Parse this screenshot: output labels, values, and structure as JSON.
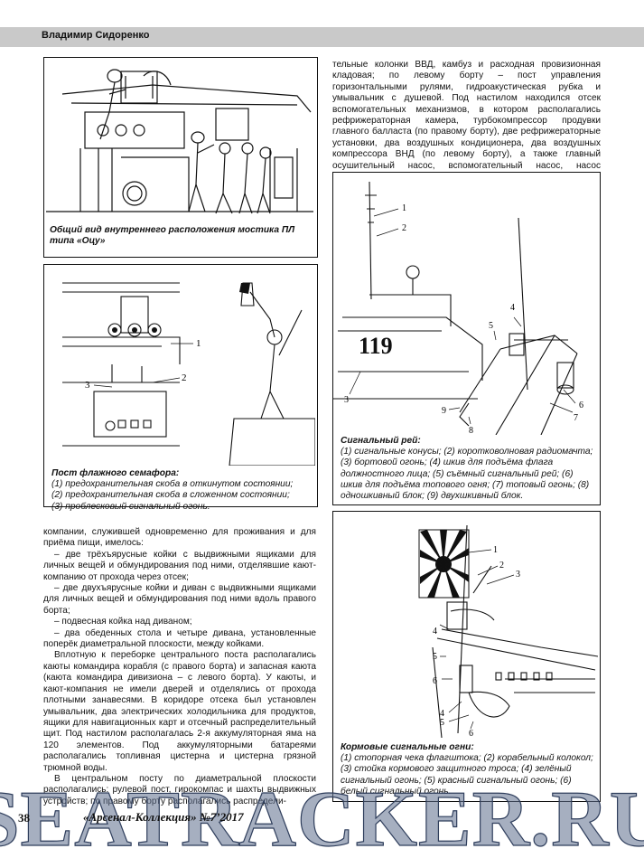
{
  "header": {
    "author": "Владимир Сидоренко"
  },
  "figures": {
    "bridge": {
      "title": "Общий вид внутреннего расположения мостика ПЛ типа «Оцу»"
    },
    "semaphore": {
      "title": "Пост флажного семафора:",
      "items": [
        "(1) предохранительная скоба в откинутом состоянии;",
        "(2) предохранительная скоба в сложенном состоянии;",
        "(3) проблесковый сигнальный огонь."
      ],
      "labels": [
        "1",
        "2",
        "3"
      ]
    },
    "signal_yard": {
      "title": "Сигнальный рей:",
      "text": "(1) сигнальные конусы; (2) коротковолновая радиомачта; (3) бортовой огонь; (4) шкив для подъёма флага должностного лица; (5) съёмный сигнальный рей; (6) шкив для подъёма топового огня; (7) топовый огонь; (8) одношкивный блок; (9) двухшкивный блок.",
      "hull_number": "119",
      "labels": [
        "1",
        "2",
        "3",
        "4",
        "5",
        "6",
        "7",
        "8",
        "9"
      ]
    },
    "stern_lights": {
      "title": "Кормовые сигнальные огни:",
      "text": "(1) стопорная чека флагштока; (2) корабельный колокол; (3) стойка кормового защитного троса; (4) зелёный сигнальный огонь; (5) красный сигнальный огонь; (6) белый сигнальный огонь.",
      "labels": [
        "1",
        "2",
        "3",
        "4",
        "5",
        "6",
        "4",
        "5",
        "6"
      ]
    }
  },
  "right_column_text": "тельные колонки ВВД, камбуз и расходная провизионная кладовая; по левому борту – пост управления горизонтальными рулями, гидроакустическая рубка и умывальник с душевой. Под настилом находился отсек вспомогательных механизмов, в котором располагались рефрижераторная камера, турбокомпрессор продувки главного балласта (по правому борту), две рефрижераторные установки, два воздушных кондиционера, два воздушных компрессора ВНД (по левому борту), а также главный осушительный насос, вспомогательный насос, насос корабельной гидрав-",
  "left_column_paragraphs": [
    "компании, служившей одновременно для проживания и для приёма пищи, имелось:",
    "– две трёхъярусные койки с выдвижными ящиками для личных вещей и обмундирования под ними, отделявшие кают-компанию от прохода через отсек;",
    "– две двухъярусные койки и диван с выдвижными ящиками для личных вещей и обмундирования под ними вдоль правого борта;",
    "– подвесная койка над диваном;",
    "– два обеденных стола и четыре дивана, установленные поперёк диаметральной плоскости, между койками.",
    "Вплотную к переборке центрального поста располагались каюты командира корабля (с правого борта) и запасная каюта (каюта командира дивизиона – с левого борта). У каюты, и кают-компания не имели дверей и отделялись от прохода плотными занавесями. В коридоре отсека был установлен умывальник, два электрических холодильника для продуктов, ящики для навигационных карт и отсечный распределительный щит. Под настилом располагалась 2-я аккумуляторная яма на 120 элементов. Под аккумуляторными батареями располагались топливная цистерна и цистерна грязной трюмной воды.",
    "В центральном посту по диаметральной плоскости располагались: рулевой пост, гирокомпас и шахты выдвижных устройств; по правому борту располагались распредели-"
  ],
  "footer": {
    "page_number": "38",
    "magazine": "«Арсенал-Коллекция» №7’2017"
  },
  "watermark": "SEATRACKER.RU",
  "colors": {
    "header_bar": "#c9c9c9",
    "watermark_fill": "#5d6e8c"
  }
}
